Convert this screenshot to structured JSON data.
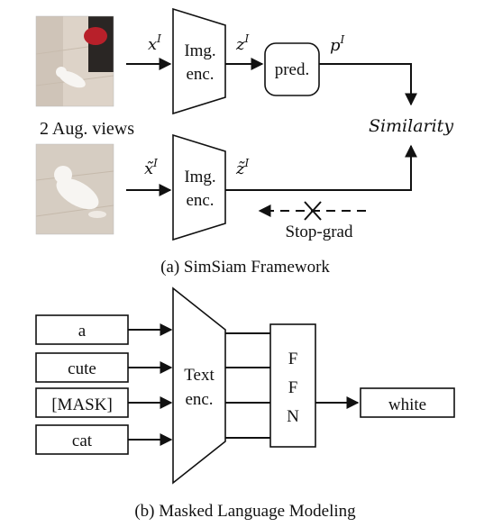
{
  "simsiam": {
    "views_caption": "2 Aug. views",
    "encoder_top_line1": "Img.",
    "encoder_top_line2": "enc.",
    "encoder_bottom_line1": "Img.",
    "encoder_bottom_line2": "enc.",
    "predictor": "pred.",
    "x_label": "x",
    "x_sup": "I",
    "z_label": "z",
    "z_sup": "I",
    "p_label": "p",
    "p_sup": "I",
    "x_tilde_label": "x̃",
    "x_tilde_sup": "I",
    "z_tilde_label": "z̃",
    "z_tilde_sup": "I",
    "similarity": "Similarity",
    "stopgrad": "Stop-grad",
    "caption": "(a) SimSiam Framework"
  },
  "mlm": {
    "tokens": [
      "a",
      "cute",
      "[MASK]",
      "cat"
    ],
    "encoder_line1": "Text",
    "encoder_line2": "enc.",
    "ffn_letters": [
      "F",
      "F",
      "N"
    ],
    "output": "white",
    "caption": "(b) Masked Language Modeling"
  },
  "colors": {
    "line": "#111111",
    "floor": "#d9cfc4",
    "cat": "#f7f5f2",
    "bag": "#b8202a"
  }
}
